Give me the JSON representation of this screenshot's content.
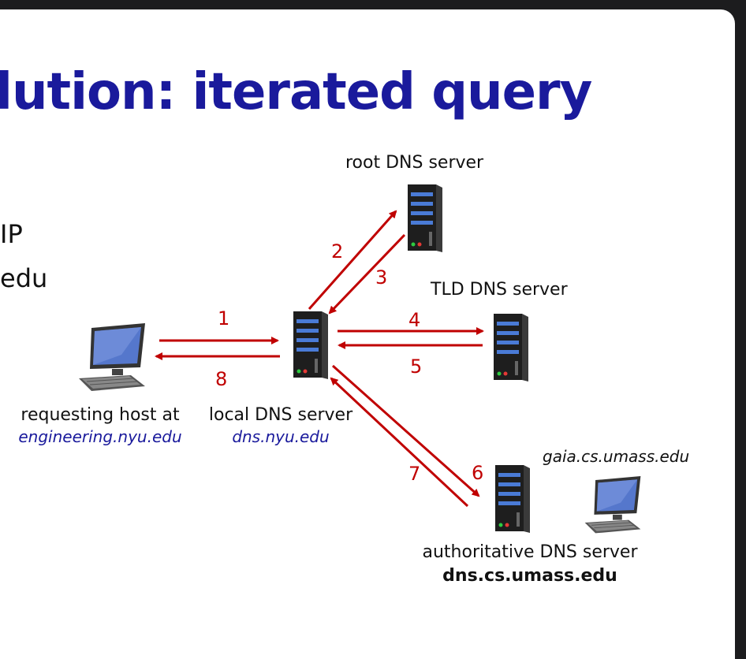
{
  "slide": {
    "title": "lution: iterated query",
    "side_text": [
      "IP",
      "edu"
    ]
  },
  "diagram": {
    "steps": [
      "1",
      "2",
      "3",
      "4",
      "5",
      "6",
      "7",
      "8"
    ],
    "root_label": "root DNS server",
    "tld_label": "TLD DNS server",
    "requesting_host": {
      "label": "requesting host at",
      "domain": "engineering.nyu.edu"
    },
    "local": {
      "label": "local DNS server",
      "domain": "dns.nyu.edu"
    },
    "gaia_host": "gaia.cs.umass.edu",
    "authoritative": {
      "label": "authoritative DNS server",
      "domain": "dns.cs.umass.edu"
    },
    "colors": {
      "title": "#1a1a9c",
      "arrows": "#c00000",
      "background": "#1c1c1e"
    }
  }
}
